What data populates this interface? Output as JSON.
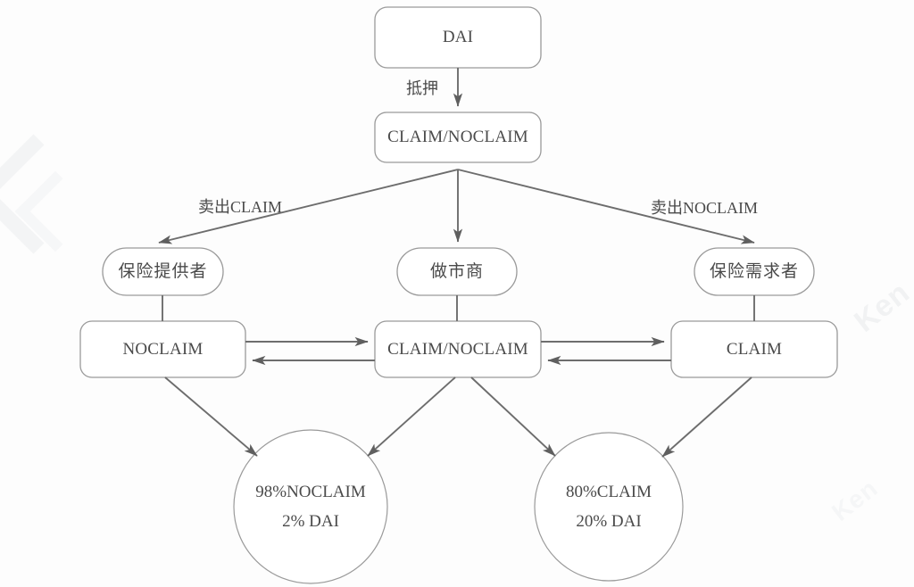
{
  "diagram": {
    "title": "DAI CLAIM/NOCLAIM insurance token flow",
    "colors": {
      "background": "#fdfdfd",
      "node_stroke": "#9a9a9a",
      "edge_stroke": "#6d6d6d",
      "text": "#4a4a4a",
      "watermark": "#f1f2f3"
    },
    "nodes": [
      {
        "id": "dai",
        "label": "DAI",
        "shape": "rounded-rect"
      },
      {
        "id": "claim-noclaim",
        "label": "CLAIM/NOCLAIM",
        "shape": "rounded-rect"
      },
      {
        "id": "insurer",
        "label": "保险提供者",
        "shape": "stadium"
      },
      {
        "id": "market-maker",
        "label": "做市商",
        "shape": "stadium"
      },
      {
        "id": "insurance-buyer",
        "label": "保险需求者",
        "shape": "stadium"
      },
      {
        "id": "noclaim",
        "label": "NOCLAIM",
        "shape": "rounded-rect"
      },
      {
        "id": "pool",
        "label": "CLAIM/NOCLAIM",
        "shape": "rounded-rect"
      },
      {
        "id": "claim",
        "label": "CLAIM",
        "shape": "rounded-rect"
      }
    ],
    "outcomes": [
      {
        "id": "outcome-left",
        "line1": "98%NOCLAIM",
        "line2": "2% DAI",
        "shape": "circle"
      },
      {
        "id": "outcome-right",
        "line1": "80%CLAIM",
        "line2": "20% DAI",
        "shape": "circle"
      }
    ],
    "edge_labels": {
      "collateralize": "抵押",
      "sell_claim": "卖出CLAIM",
      "sell_noclaim": "卖出NOCLAIM"
    },
    "watermark": {
      "text": "Ken"
    }
  }
}
